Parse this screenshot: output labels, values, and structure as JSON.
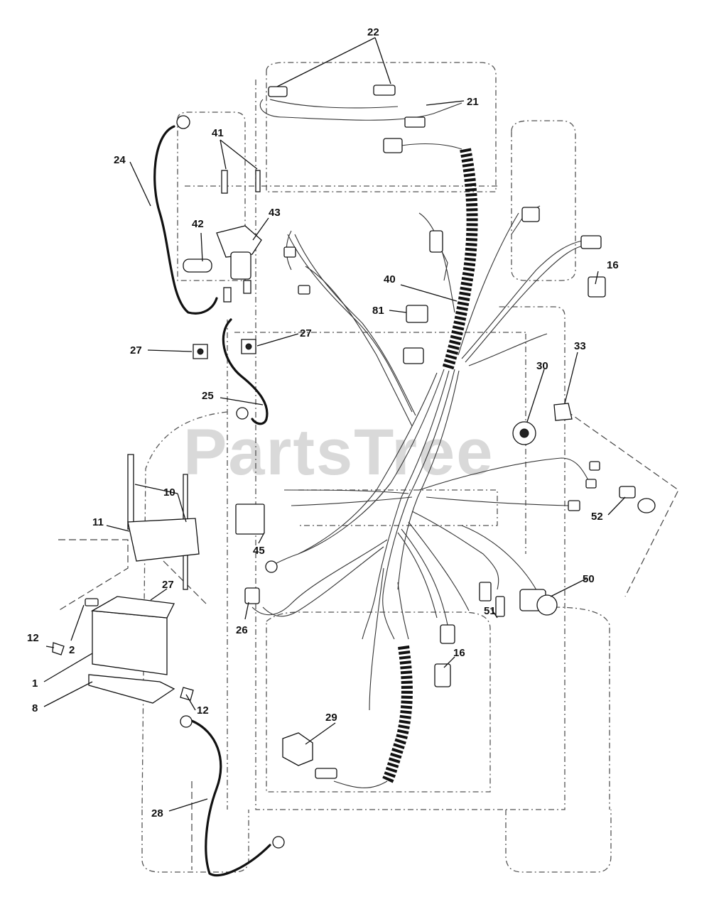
{
  "watermark": "PartsTree",
  "callouts": {
    "c1": "1",
    "c2": "2",
    "c8": "8",
    "c10": "10",
    "c11": "11",
    "c12a": "12",
    "c12b": "12",
    "c16a": "16",
    "c16b": "16",
    "c21": "21",
    "c22": "22",
    "c24": "24",
    "c25": "25",
    "c26": "26",
    "c27a": "27",
    "c27b": "27",
    "c27c": "27",
    "c28": "28",
    "c29": "29",
    "c30": "30",
    "c33": "33",
    "c40": "40",
    "c41": "41",
    "c42": "42",
    "c43": "43",
    "c45": "45",
    "c50": "50",
    "c51": "51",
    "c52": "52",
    "c81": "81"
  }
}
